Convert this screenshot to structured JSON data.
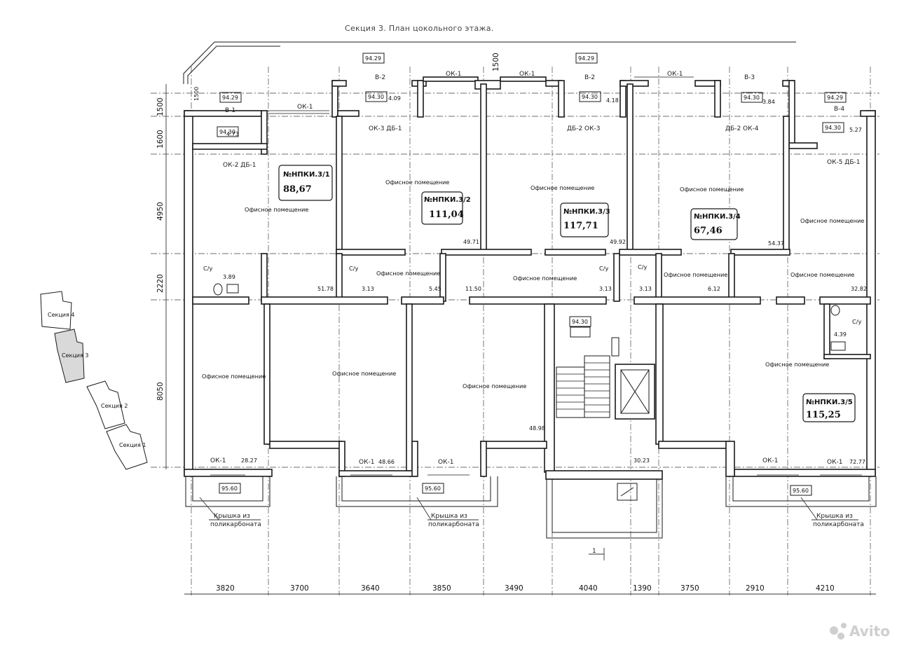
{
  "title": "Секция 3. План цокольного этажа.",
  "units": [
    {
      "name": "№НПКИ.3/1",
      "area": "88,67"
    },
    {
      "name": "№НПКИ.3/2",
      "area": "111,04"
    },
    {
      "name": "№НПКИ.3/3",
      "area": "117,71"
    },
    {
      "name": "№НПКИ.3/4",
      "area": "67,46"
    },
    {
      "name": "№НПКИ.3/5",
      "area": "115,25"
    }
  ],
  "room_label": "Офисное помещение",
  "wc_label": "С/у",
  "roof_label_1": "Крышка из",
  "roof_label_2": "поликарбоната",
  "bottom_dims": [
    "3820",
    "3700",
    "3640",
    "3850",
    "3490",
    "4040",
    "1390",
    "3750",
    "2910",
    "4210"
  ],
  "left_dims": [
    "1500",
    "1600",
    "4950",
    "2220",
    "8050"
  ],
  "top_dim": "1500",
  "small_dim": "1500",
  "level_top": "94.29",
  "level_porch": "94.30",
  "level_bottom": "95.60",
  "areas": {
    "a1": "4.73",
    "a2": "4.09",
    "a3": "4.18",
    "a4": "3.84",
    "a5": "5.27",
    "a6": "3.89",
    "a7": "51.78",
    "a8": "3.13",
    "a9": "5.45",
    "a10": "49.71",
    "a11": "11.50",
    "a12": "49.92",
    "a13": "3.13",
    "a14": "3.13",
    "a15": "6.12",
    "a16": "54.37",
    "a17": "32.82",
    "a18": "4.39",
    "a19": "28.27",
    "a20": "48.66",
    "a21": "48.98",
    "a22": "30.23",
    "a23": "72.77"
  },
  "window_marks": {
    "ok1": "ОК-1",
    "ok2db1": "ОК-2 ДБ-1",
    "ok3db1": "ОК-3 ДБ-1",
    "db2ok3": "ДБ-2 ОК-3",
    "db2ok4": "ДБ-2 ОК-4",
    "ok5db1": "ОК-5 ДБ-1",
    "v1": "В-1",
    "v2": "В-2",
    "v3": "В-3",
    "v4": "В-4"
  },
  "section_mark": "1",
  "key_plan": [
    "Секция 4",
    "Секция 3",
    "Секция 2",
    "Секция 1"
  ],
  "watermark": "Avito"
}
